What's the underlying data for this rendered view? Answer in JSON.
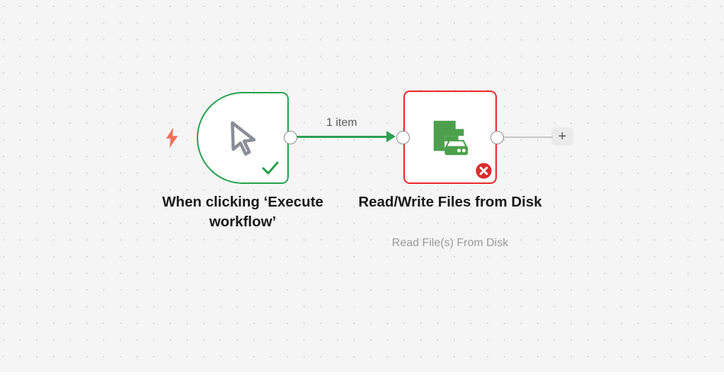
{
  "canvas": {
    "background_color": "#f5f5f5",
    "grid_dot_color": "#d0d0d4"
  },
  "nodes": [
    {
      "id": "trigger",
      "title": "When clicking ‘Execute workflow’",
      "subtitle": "",
      "icon": "mouse-cursor-icon",
      "status": "success",
      "border_color": "#23a14b",
      "badge": "check-icon",
      "trigger_marker": "lightning-bolt-icon",
      "trigger_marker_color": "#f2705a"
    },
    {
      "id": "action",
      "title": "Read/Write Files from Disk",
      "subtitle": "Read File(s) From Disk",
      "icon": "file-disk-icon",
      "icon_color": "#4ca04c",
      "status": "error",
      "border_color": "#ec2626",
      "badge": "error-x-icon",
      "badge_color": "#d92d2d"
    }
  ],
  "connection": {
    "label": "1 item",
    "color": "#2ba04f",
    "label_color": "#575757"
  },
  "add_button": {
    "label": "+",
    "name": "add-node-button"
  }
}
